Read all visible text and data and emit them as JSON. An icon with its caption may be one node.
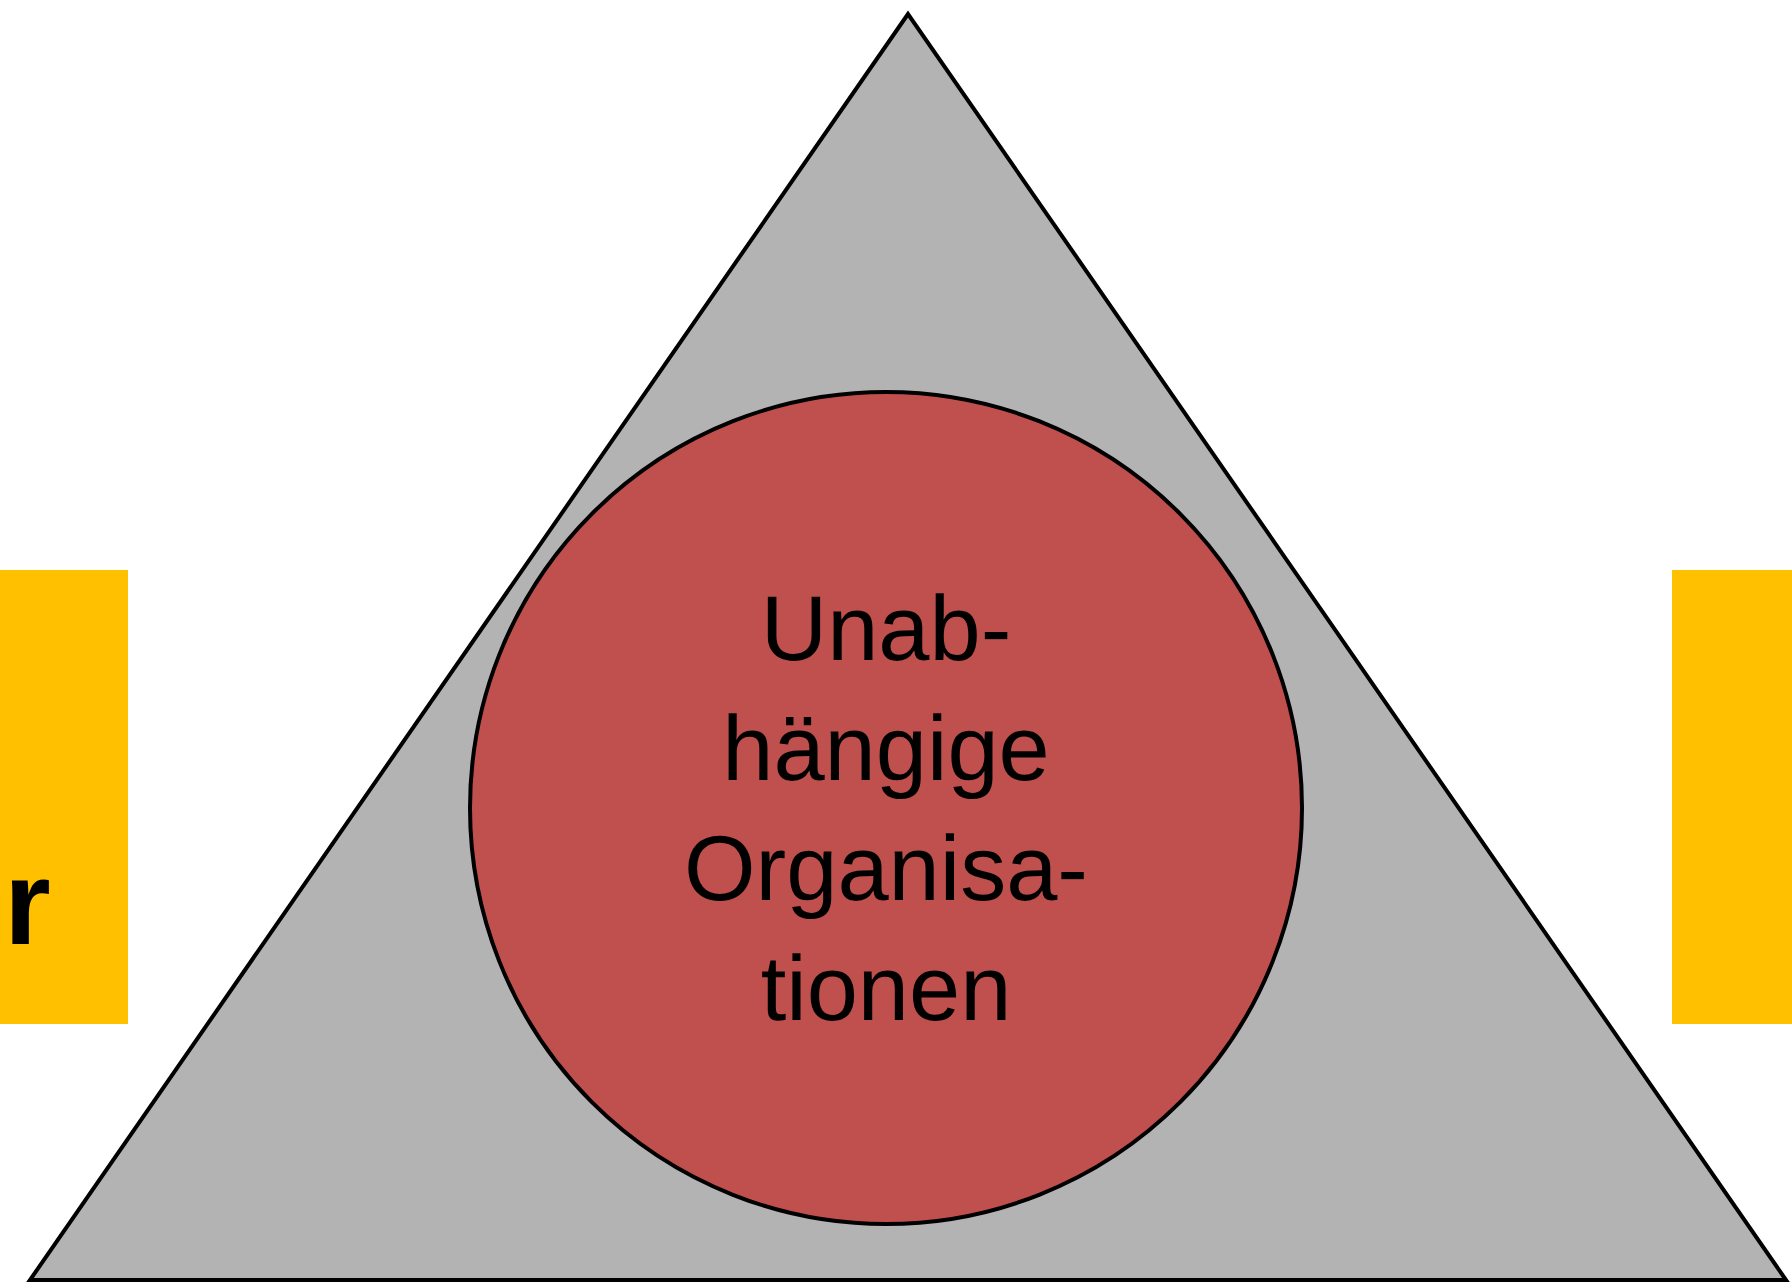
{
  "diagram": {
    "nodes": [
      {
        "text": [
          "r"
        ]
      },
      {
        "text": [],
        "shape": "triangle"
      },
      {
        "text": [
          "Unab- hängige Organisa- tionen"
        ],
        "in": 1
      },
      {
        "text": [],
        "shape": "box"
      }
    ]
  }
}
